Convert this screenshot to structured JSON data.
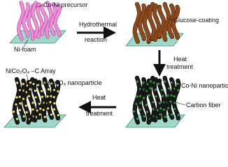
{
  "labels": {
    "precursor": "Co-Ni precursor",
    "foam": "Ni-foam",
    "hydro_line1": "Hydrothermal",
    "hydro_line2": "reaction",
    "glucose": "Glucose-coating",
    "heat1_line1": "Heat",
    "heat1_line2": "treatment",
    "nanoparticle": "Co-Ni nanoparticle",
    "carbon_fiber": "Carbon fiber",
    "heat2_line1": "Heat",
    "heat2_line2": "treatment",
    "array": "NiCo₂O₄ –C Array",
    "nico_np": "NiCo₂O₄ nanoparticle"
  },
  "colors": {
    "substrate_fill": "#9fd8c9",
    "substrate_edge": "#3a8f7f",
    "precursor": "#f08cd8",
    "precursor_edge": "#a0408f",
    "glucose": "#8b4a1e",
    "glucose_edge": "#4a2208",
    "carbon": "#1a1a1a",
    "cobalt_particle": "#2f9c3a",
    "nico_particle": "#f2e85a"
  }
}
